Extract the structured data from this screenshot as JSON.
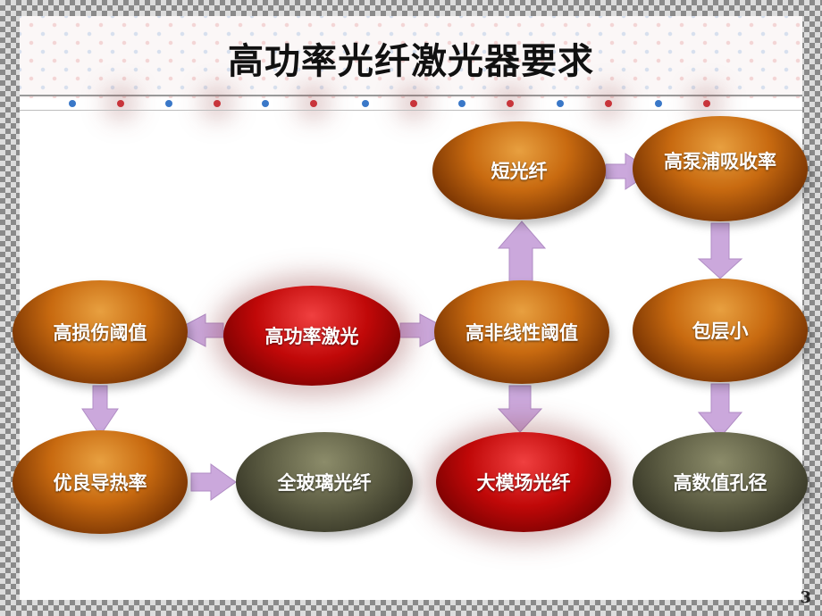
{
  "title": "高功率光纤激光器要求",
  "page_number": "3",
  "nodes": {
    "short_fiber": "短光纤",
    "high_pump_absorption": "高泵浦吸收率",
    "high_damage_threshold": "高损伤阈值",
    "high_power_laser": "高功率激光",
    "high_nonlinear_threshold": "高非线性阈值",
    "small_cladding": "包层小",
    "thermal_conductivity": "优良导热率",
    "all_glass_fiber": "全玻璃光纤",
    "large_mode_fiber": "大模场光纤",
    "high_na_aperture": "高数值孔径"
  },
  "colors": {
    "orange_node": "#c86a10",
    "red_node": "#c00808",
    "olive_node": "#5e5e44",
    "arrow_fill": "#cba8dc",
    "arrow_stroke": "#b08cc4"
  }
}
